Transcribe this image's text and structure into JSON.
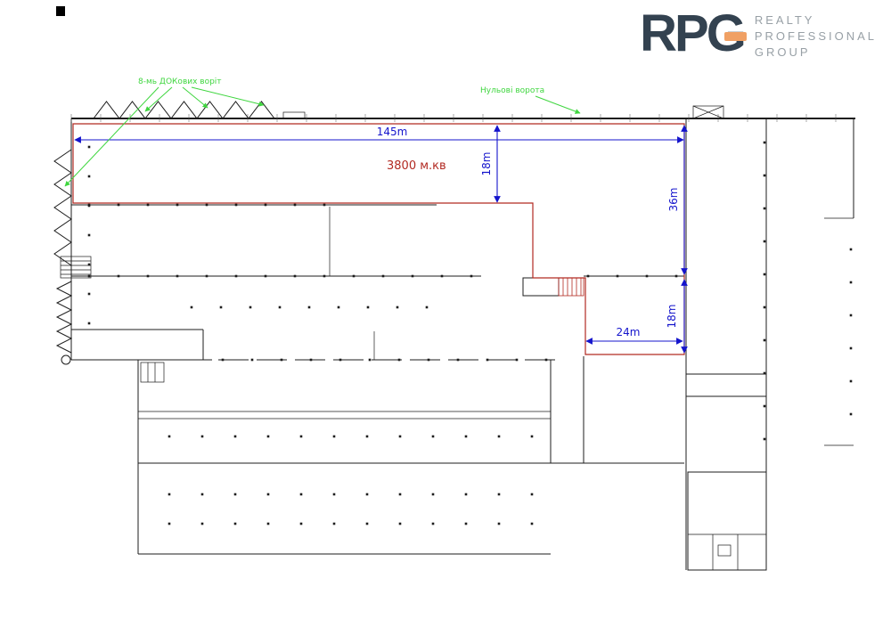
{
  "logo": {
    "acronym": "RPG",
    "word1": "REALTY",
    "word2": "PROFESSIONAL",
    "word3": "GROUP"
  },
  "plan": {
    "annotations": {
      "dock_gates": "8-мь ДОКових воріт",
      "zero_gate": "Нульові ворота",
      "area": "3800 м.кв"
    },
    "dimensions": {
      "width_total": "145m",
      "depth_top": "18m",
      "depth_right": "36m",
      "depth_lower": "18m",
      "width_lower": "24m"
    }
  },
  "colors": {
    "dimension_blue": "#1414cc",
    "annotation_green": "#3fd63f",
    "area_red": "#b22a22",
    "plan_black": "#1c1c1c",
    "logo_dark": "#334250",
    "logo_orange": "#f0a064",
    "logo_gray": "#98a0a6"
  }
}
